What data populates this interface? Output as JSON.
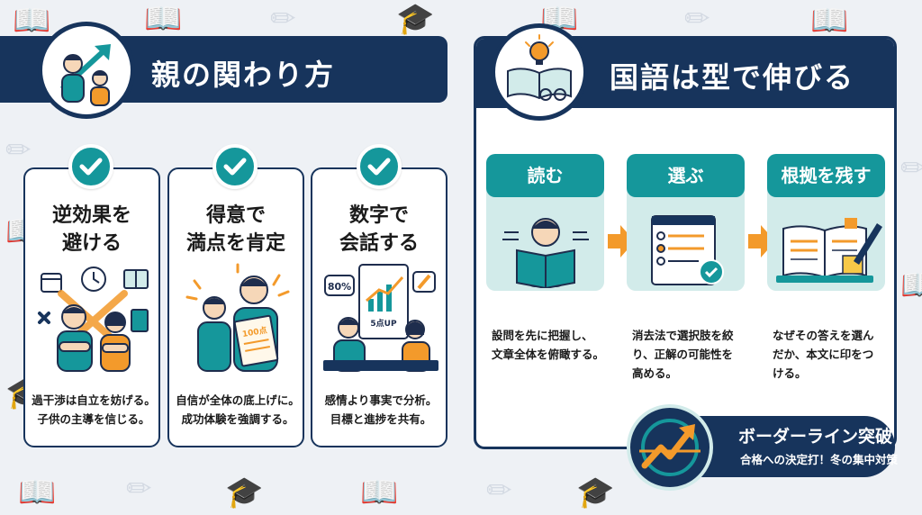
{
  "left": {
    "title": "親の関わり方",
    "cards": [
      {
        "title_line1": "逆効果を",
        "title_line2": "避ける",
        "text_line1": "過干渉は自立を妨げる。",
        "text_line2": "子供の主導を信じる。"
      },
      {
        "title_line1": "得意で",
        "title_line2": "満点を肯定",
        "text_line1": "自信が全体の底上げに。",
        "text_line2": "成功体験を強調する。",
        "illu_label": "100点"
      },
      {
        "title_line1": "数字で",
        "title_line2": "会話する",
        "text_line1": "感情より事実で分析。",
        "text_line2": "目標と進捗を共有。",
        "illu_bubble": "80%",
        "illu_score": "5点UP"
      }
    ]
  },
  "right": {
    "title": "国語は型で伸びる",
    "steps": [
      {
        "label": "読む",
        "text_line1": "設問を先に把握し、",
        "text_line2": "文章全体を俯瞰する。",
        "text_line3": ""
      },
      {
        "label": "選ぶ",
        "text_line1": "消去法で選択肢を絞",
        "text_line2": "り、正解の可能性を",
        "text_line3": "高める。"
      },
      {
        "label": "根拠を残す",
        "text_line1": "なぜその答えを選ん",
        "text_line2": "だか、本文に印をつ",
        "text_line3": "ける。"
      }
    ]
  },
  "banner": {
    "main": "ボーダーライン突破",
    "sub": "合格への決定打！冬の集中対策"
  },
  "colors": {
    "navy": "#17345c",
    "teal": "#15979b",
    "light_teal": "#d2ebea",
    "orange": "#f39a2b",
    "background": "#eef1f5"
  }
}
